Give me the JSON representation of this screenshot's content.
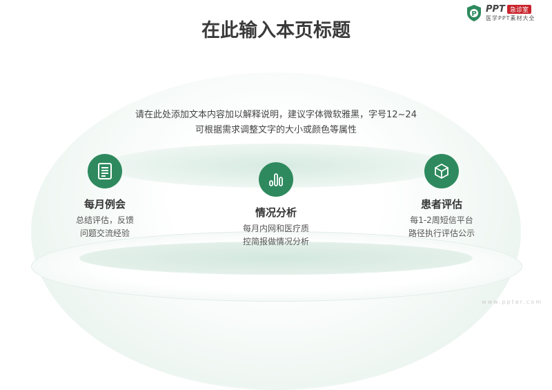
{
  "title": "在此输入本页标题",
  "description": [
    "请在此处添加文本内容加以解释说明，建议字体微软雅黑，字号12~24",
    "可根据需求调整文字的大小或颜色等属性"
  ],
  "items": [
    {
      "title": "每月例会",
      "lines": [
        "总结评估，反馈",
        "问题交流经验"
      ],
      "icon": "document-icon"
    },
    {
      "title": "情况分析",
      "lines": [
        "每月内网和医疗质",
        "控简报做情况分析"
      ],
      "icon": "bar-chart-icon"
    },
    {
      "title": "患者评估",
      "lines": [
        "每1-2周短信平台",
        "路径执行评估公示"
      ],
      "icon": "cube-icon"
    }
  ],
  "logo": {
    "brand": "PPT",
    "badge": "急诊室",
    "sub": "医学PPT素材大全",
    "emblem": "P"
  },
  "website": "www.ppter.com",
  "colors": {
    "accent": "#2e8a5e",
    "logo_red": "#c8232c"
  }
}
